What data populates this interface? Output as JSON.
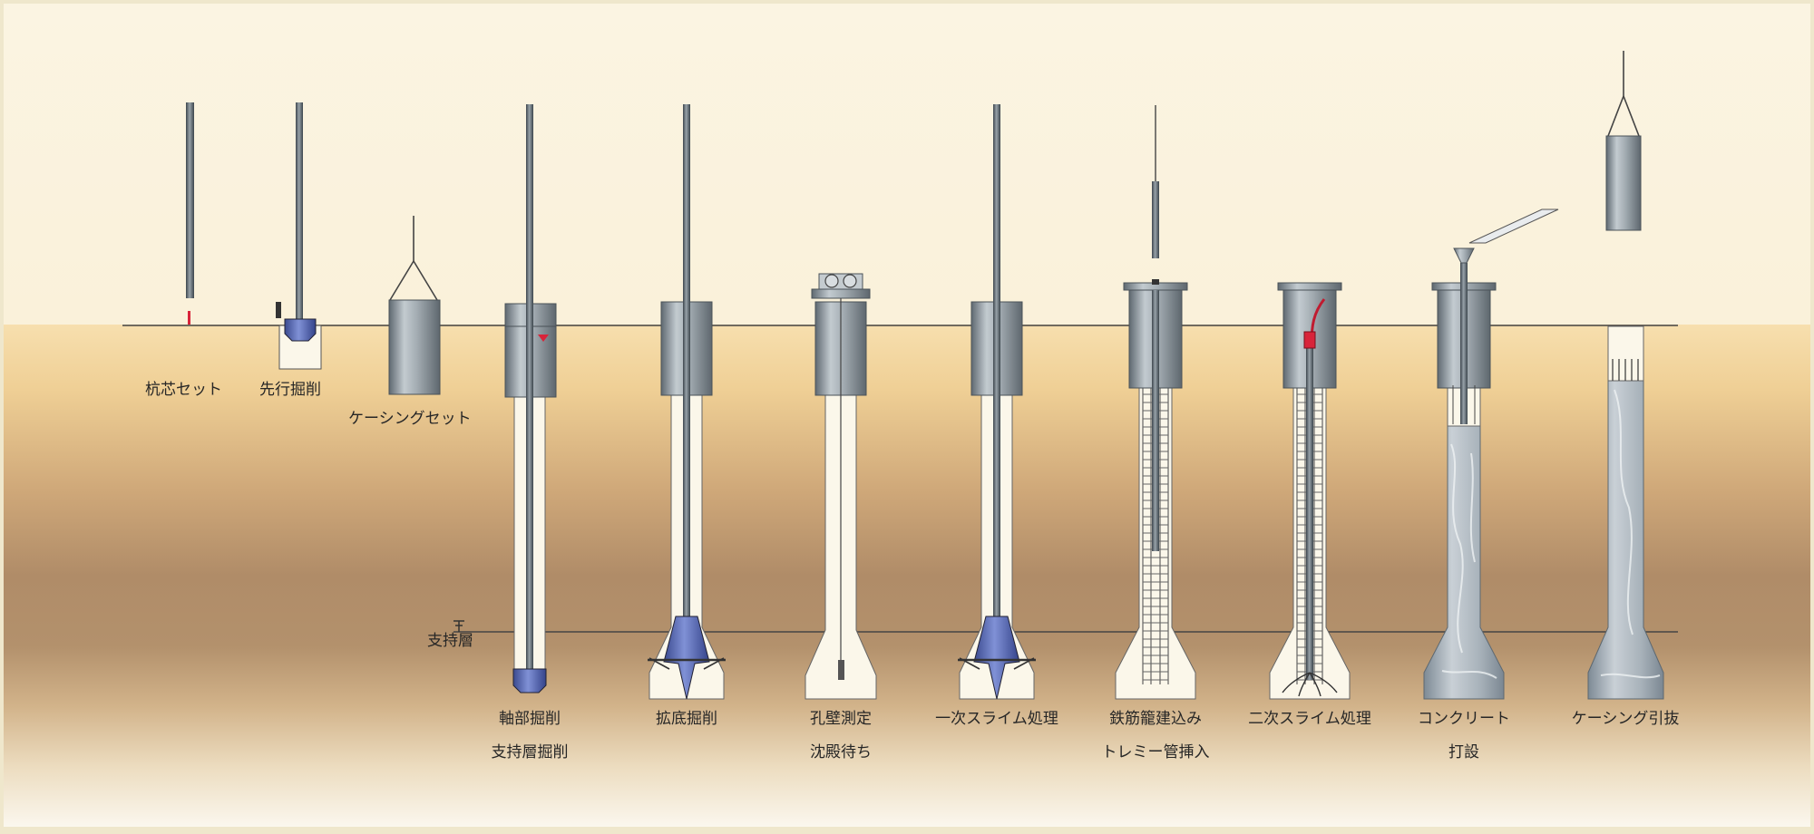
{
  "labels": {
    "s1": "杭芯セット",
    "s2": "先行掘削",
    "s3": "ケーシングセット",
    "s4a": "軸部掘削",
    "s4b": "支持層掘削",
    "s5": "拡底掘削",
    "s6a": "孔壁測定",
    "s6b": "沈殿待ち",
    "s7": "一次スライム処理",
    "s8a": "鉄筋籠建込み",
    "s8b": "トレミー管挿入",
    "s9": "二次スライム処理",
    "s10a": "コンクリート",
    "s10b": "打設",
    "s11": "ケーシング引抜",
    "layer": "支持層"
  },
  "colors": {
    "sky": "#faf1da",
    "ground_top": "#f6dfae",
    "ground_mid": "#b79068",
    "ground_bottom": "#fbf7ee",
    "casing": "#9aa3a8",
    "bit": "#5b6dbb",
    "red_marker": "#d8243a",
    "concrete": "#b6bec4",
    "bore": "#fbf7ea"
  }
}
